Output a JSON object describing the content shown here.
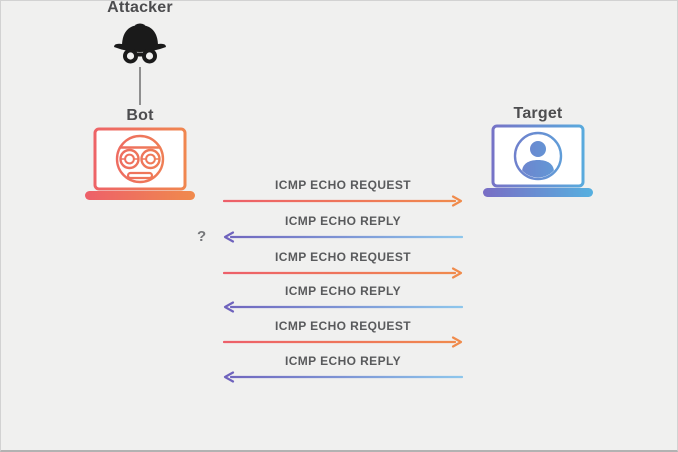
{
  "nodes": {
    "attacker": {
      "label": "Attacker",
      "icon": "spy-icon"
    },
    "bot": {
      "label": "Bot",
      "icon": "robot-laptop-icon"
    },
    "target": {
      "label": "Target",
      "icon": "user-laptop-icon"
    }
  },
  "unknown_mark": "?",
  "messages": [
    {
      "label": "ICMP ECHO REQUEST",
      "type": "request",
      "direction": "right",
      "from": "Bot",
      "to": "Target"
    },
    {
      "label": "ICMP ECHO REPLY",
      "type": "reply",
      "direction": "left",
      "from": "Target",
      "to": "Bot"
    },
    {
      "label": "ICMP ECHO REQUEST",
      "type": "request",
      "direction": "right",
      "from": "Bot",
      "to": "Target"
    },
    {
      "label": "ICMP ECHO REPLY",
      "type": "reply",
      "direction": "left",
      "from": "Target",
      "to": "Bot"
    },
    {
      "label": "ICMP ECHO REQUEST",
      "type": "request",
      "direction": "right",
      "from": "Bot",
      "to": "Target"
    },
    {
      "label": "ICMP ECHO REPLY",
      "type": "reply",
      "direction": "left",
      "from": "Target",
      "to": "Bot"
    }
  ],
  "colors": {
    "request_gradient_start": "#ed5f6a",
    "request_gradient_end": "#f08b4c",
    "reply_gradient_start": "#6f63bd",
    "reply_gradient_end": "#8dc6ec",
    "target_gradient_start": "#7a6cc4",
    "target_gradient_end": "#55b1e0",
    "node_label_text": "#4d4d4f",
    "message_label_text": "#595a5c",
    "background": "#f0f0ef",
    "spy_icon": "#1a1a1a"
  }
}
